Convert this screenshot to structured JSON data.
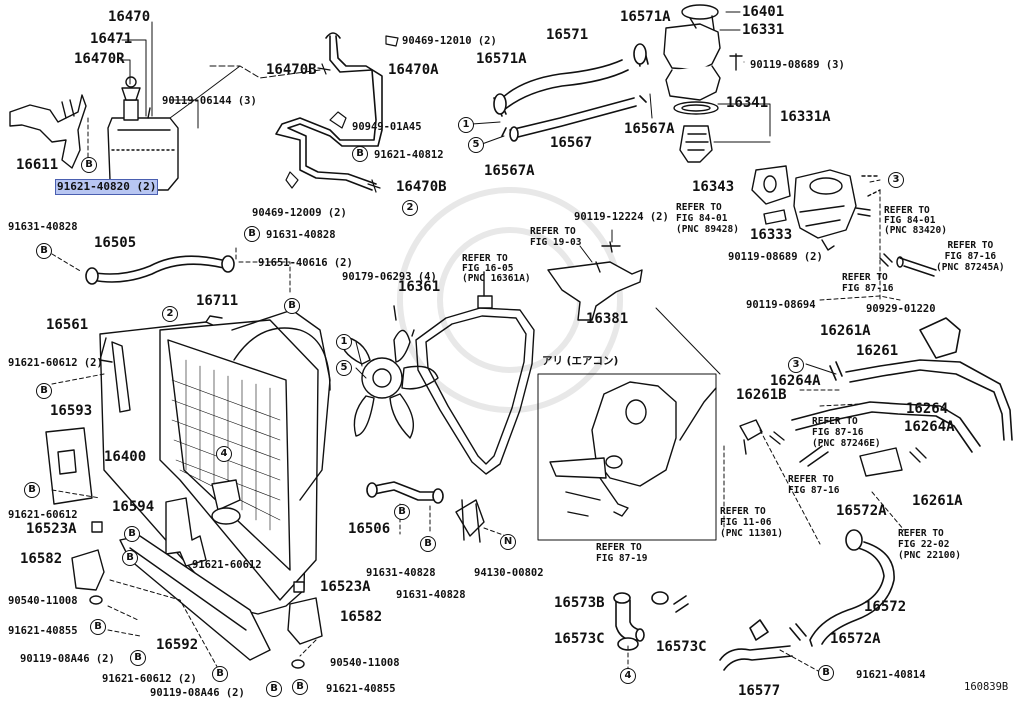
{
  "diagram_id": "160839B",
  "part_numbers": {
    "p16470": "16470",
    "p16471": "16471",
    "p16470R": "16470R",
    "p16611": "16611",
    "p91621_40820": "91621-40820 (2)",
    "p90119_06144": "90119-06144 (3)",
    "p16470B_a": "16470B",
    "p16470A": "16470A",
    "p90469_12010": "90469-12010 (2)",
    "p90949_01A45": "90949-01A45",
    "p91621_40812": "91621-40812",
    "p16470B_b": "16470B",
    "p90469_12009": "90469-12009 (2)",
    "p16571": "16571",
    "p16571A": "16571A",
    "p16571A_b": "16571A",
    "p16401": "16401",
    "p16331": "16331",
    "p90119_08689_3": "90119-08689 (3)",
    "p16341": "16341",
    "p16331A": "16331A",
    "p16567A_a": "16567A",
    "p16567": "16567",
    "p16567A_b": "16567A",
    "p16343": "16343",
    "p16333": "16333",
    "p90119_12224": "90119-12224 (2)",
    "p90119_08689_2": "90119-08689 (2)",
    "p91631_40828_a": "91631-40828",
    "p16505": "16505",
    "p91631_40828_b": "91631-40828",
    "p91651_40616": "91651-40616 (2)",
    "p90179_06293": "90179-06293 (4)",
    "p16711": "16711",
    "p16361": "16361",
    "p16381": "16381",
    "p16561": "16561",
    "p91621_60612_2": "91621-60612 (2)",
    "p16593": "16593",
    "p16400": "16400",
    "p91621_60612_a": "91621-60612",
    "p16523A_a": "16523A",
    "p16594": "16594",
    "p91621_60612_b": "91621-60612",
    "p16582_a": "16582",
    "p90540_11008_a": "90540-11008",
    "p91621_40855_a": "91621-40855",
    "p16592": "16592",
    "p90119_08A46_a": "90119-08A46 (2)",
    "p91621_60612_c": "91621-60612 (2)",
    "p90119_08A46_b": "90119-08A46 (2)",
    "p16523A_b": "16523A",
    "p16582_b": "16582",
    "p90540_11008_b": "90540-11008",
    "p91621_40855_b": "91621-40855",
    "p16506": "16506",
    "p91631_40828_c": "91631-40828",
    "p91631_40828_d": "91631-40828",
    "p94130_00802": "94130-00802",
    "p90119_08694": "90119-08694",
    "p90929_01220": "90929-01220",
    "p16261A_a": "16261A",
    "p16261": "16261",
    "p16264A_a": "16264A",
    "p16261B": "16261B",
    "p16264": "16264",
    "p16264A_b": "16264A",
    "p16261A_b": "16261A",
    "p16572A_a": "16572A",
    "p16572": "16572",
    "p16572A_b": "16572A",
    "p16573B": "16573B",
    "p16573C_a": "16573C",
    "p16573C_b": "16573C",
    "p16577": "16577",
    "p91621_40814": "91621-40814"
  },
  "refs": {
    "r_fig_84_01_a": [
      "REFER TO",
      "FIG 84-01",
      "(PNC 89428)"
    ],
    "r_fig_84_01_b": [
      "REFER TO",
      "FIG 84-01",
      "(PNC 83420)"
    ],
    "r_fig_87_16_a": [
      "REFER TO",
      "FIG 87-16",
      "(PNC 87245A)"
    ],
    "r_fig_87_16_b": [
      "REFER TO",
      "FIG 87-16"
    ],
    "r_fig_19_03": [
      "REFER TO",
      "FIG 19-03"
    ],
    "r_fig_16_05": [
      "REFER TO",
      "FIG 16-05",
      "(PNC 16361A)"
    ],
    "r_fig_87_16_c": [
      "REFER TO",
      "FIG 87-16",
      "(PNC 87246E)"
    ],
    "r_fig_87_16_d": [
      "REFER TO",
      "FIG 87-16"
    ],
    "r_fig_11_06": [
      "REFER TO",
      "FIG 11-06",
      "(PNC 11301)"
    ],
    "r_fig_22_02": [
      "REFER TO",
      "FIG 22-02",
      "(PNC 22100)"
    ],
    "r_fig_87_19": [
      "REFER TO",
      "FIG 87-19"
    ]
  },
  "note_aircon": "アリ (エアコン)",
  "markers": {
    "b": "B",
    "n": "N",
    "one": "1",
    "two": "2",
    "three": "3",
    "four": "4",
    "five": "5"
  }
}
